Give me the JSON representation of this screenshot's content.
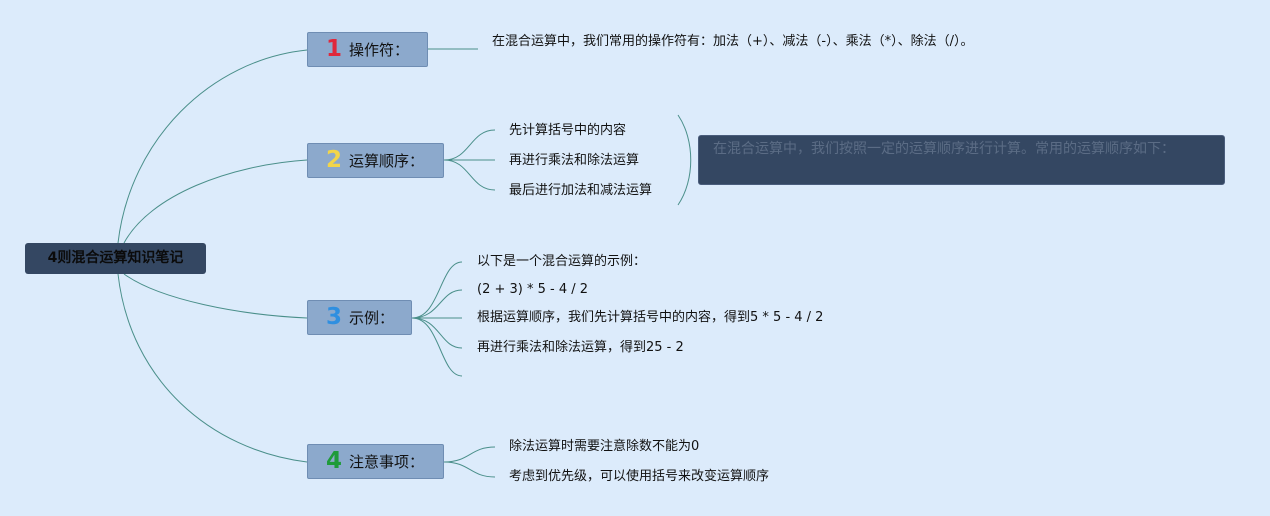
{
  "root": {
    "label": "4则混合运算知识笔记"
  },
  "branches": [
    {
      "number": "1",
      "number_color": "#e0283c",
      "label": "操作符：",
      "leaves": [
        "在混合运算中，我们常用的操作符有：加法（+）、减法（-）、乘法（*）、除法（/）。"
      ]
    },
    {
      "number": "2",
      "number_color": "#f2d54a",
      "label": "运算顺序：",
      "leaves": [
        "先计算括号中的内容",
        "再进行乘法和除法运算",
        "最后进行加法和减法运算"
      ]
    },
    {
      "number": "3",
      "number_color": "#2f8fe0",
      "label": "示例：",
      "leaves": [
        "以下是一个混合运算的示例：",
        "(2 + 3) * 5 - 4 / 2",
        "根据运算顺序，我们先计算括号中的内容，得到5 * 5 - 4 / 2",
        "再进行乘法和除法运算，得到25 - 2",
        ""
      ]
    },
    {
      "number": "4",
      "number_color": "#1f9b3a",
      "label": "注意事项：",
      "leaves": [
        "除法运算时需要注意除数不能为0",
        "考虑到优先级，可以使用括号来改变运算顺序"
      ]
    }
  ],
  "callout": {
    "text": "在混合运算中，我们按照一定的运算顺序进行计算。常用的运算顺序如下："
  },
  "colors": {
    "background": "#dcebfb",
    "line": "#4a8f8a",
    "root_fill": "#344762",
    "branch_fill": "#8ca9cc"
  }
}
